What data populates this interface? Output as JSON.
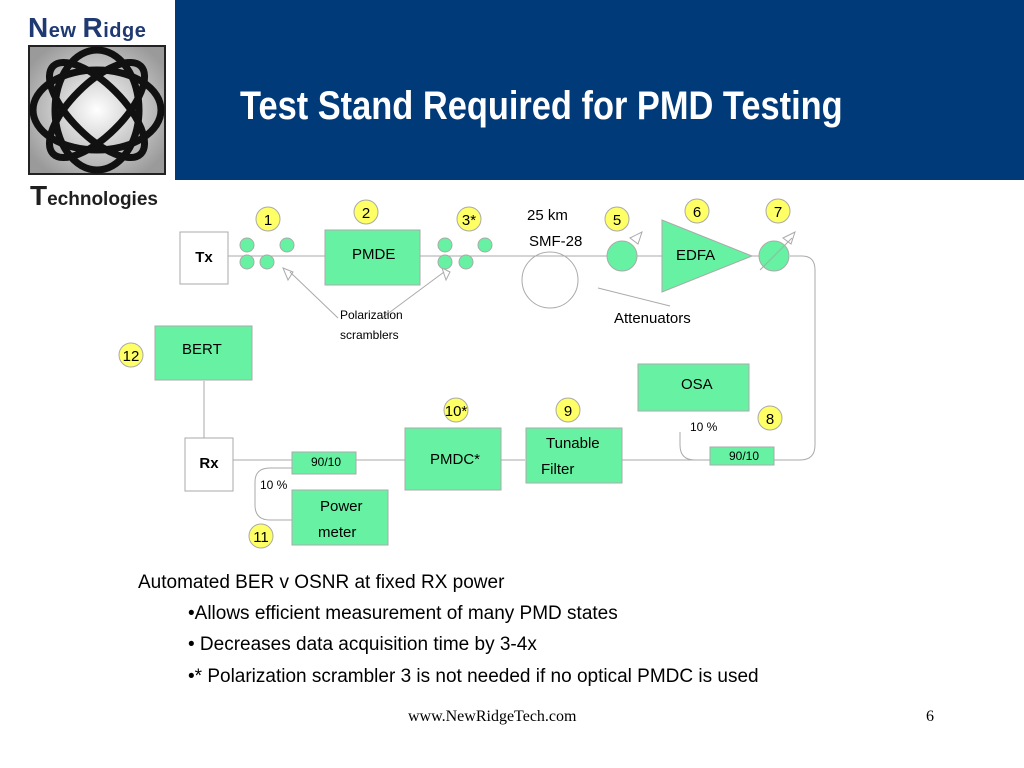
{
  "logo": {
    "top_initial": "N",
    "top_rest1": "ew ",
    "top_initial2": "R",
    "top_rest2": "idge",
    "bottom_initial": "T",
    "bottom_rest": "echnologies"
  },
  "title": "Test Stand Required for PMD Testing",
  "diagram": {
    "boxes": {
      "tx": "Tx",
      "pmde": "PMDE",
      "edfa": "EDFA",
      "bert": "BERT",
      "osa": "OSA",
      "rx": "Rx",
      "pmdc": "PMDC*",
      "tunable_line1": "Tunable",
      "tunable_line2": "Filter",
      "coupler_rx": "90/10",
      "coupler_osa": "90/10",
      "power_line1": "Power",
      "power_line2": "meter"
    },
    "labels": {
      "km": "25 km",
      "fiber": "SMF-28",
      "scramblers_line1": "Polarization",
      "scramblers_line2": "scramblers",
      "attenuators": "Attenuators",
      "pct_osa": "10 %",
      "pct_rx": "10 %"
    },
    "markers": [
      "1",
      "2",
      "3*",
      "5",
      "6",
      "7",
      "12",
      "10*",
      "9",
      "8",
      "11"
    ],
    "colors": {
      "component": "#66f2a2",
      "marker": "#ffff66",
      "line": "#aaaaaa"
    }
  },
  "bullets": {
    "lead": "Automated BER v OSNR at fixed RX power",
    "items": [
      "•Allows efficient measurement of many PMD states",
      "•  Decreases data acquisition time by 3-4x",
      "•* Polarization scrambler 3 is not needed if no optical PMDC is used"
    ]
  },
  "footer": {
    "url": "www.NewRidgeTech.com",
    "page": "6"
  }
}
